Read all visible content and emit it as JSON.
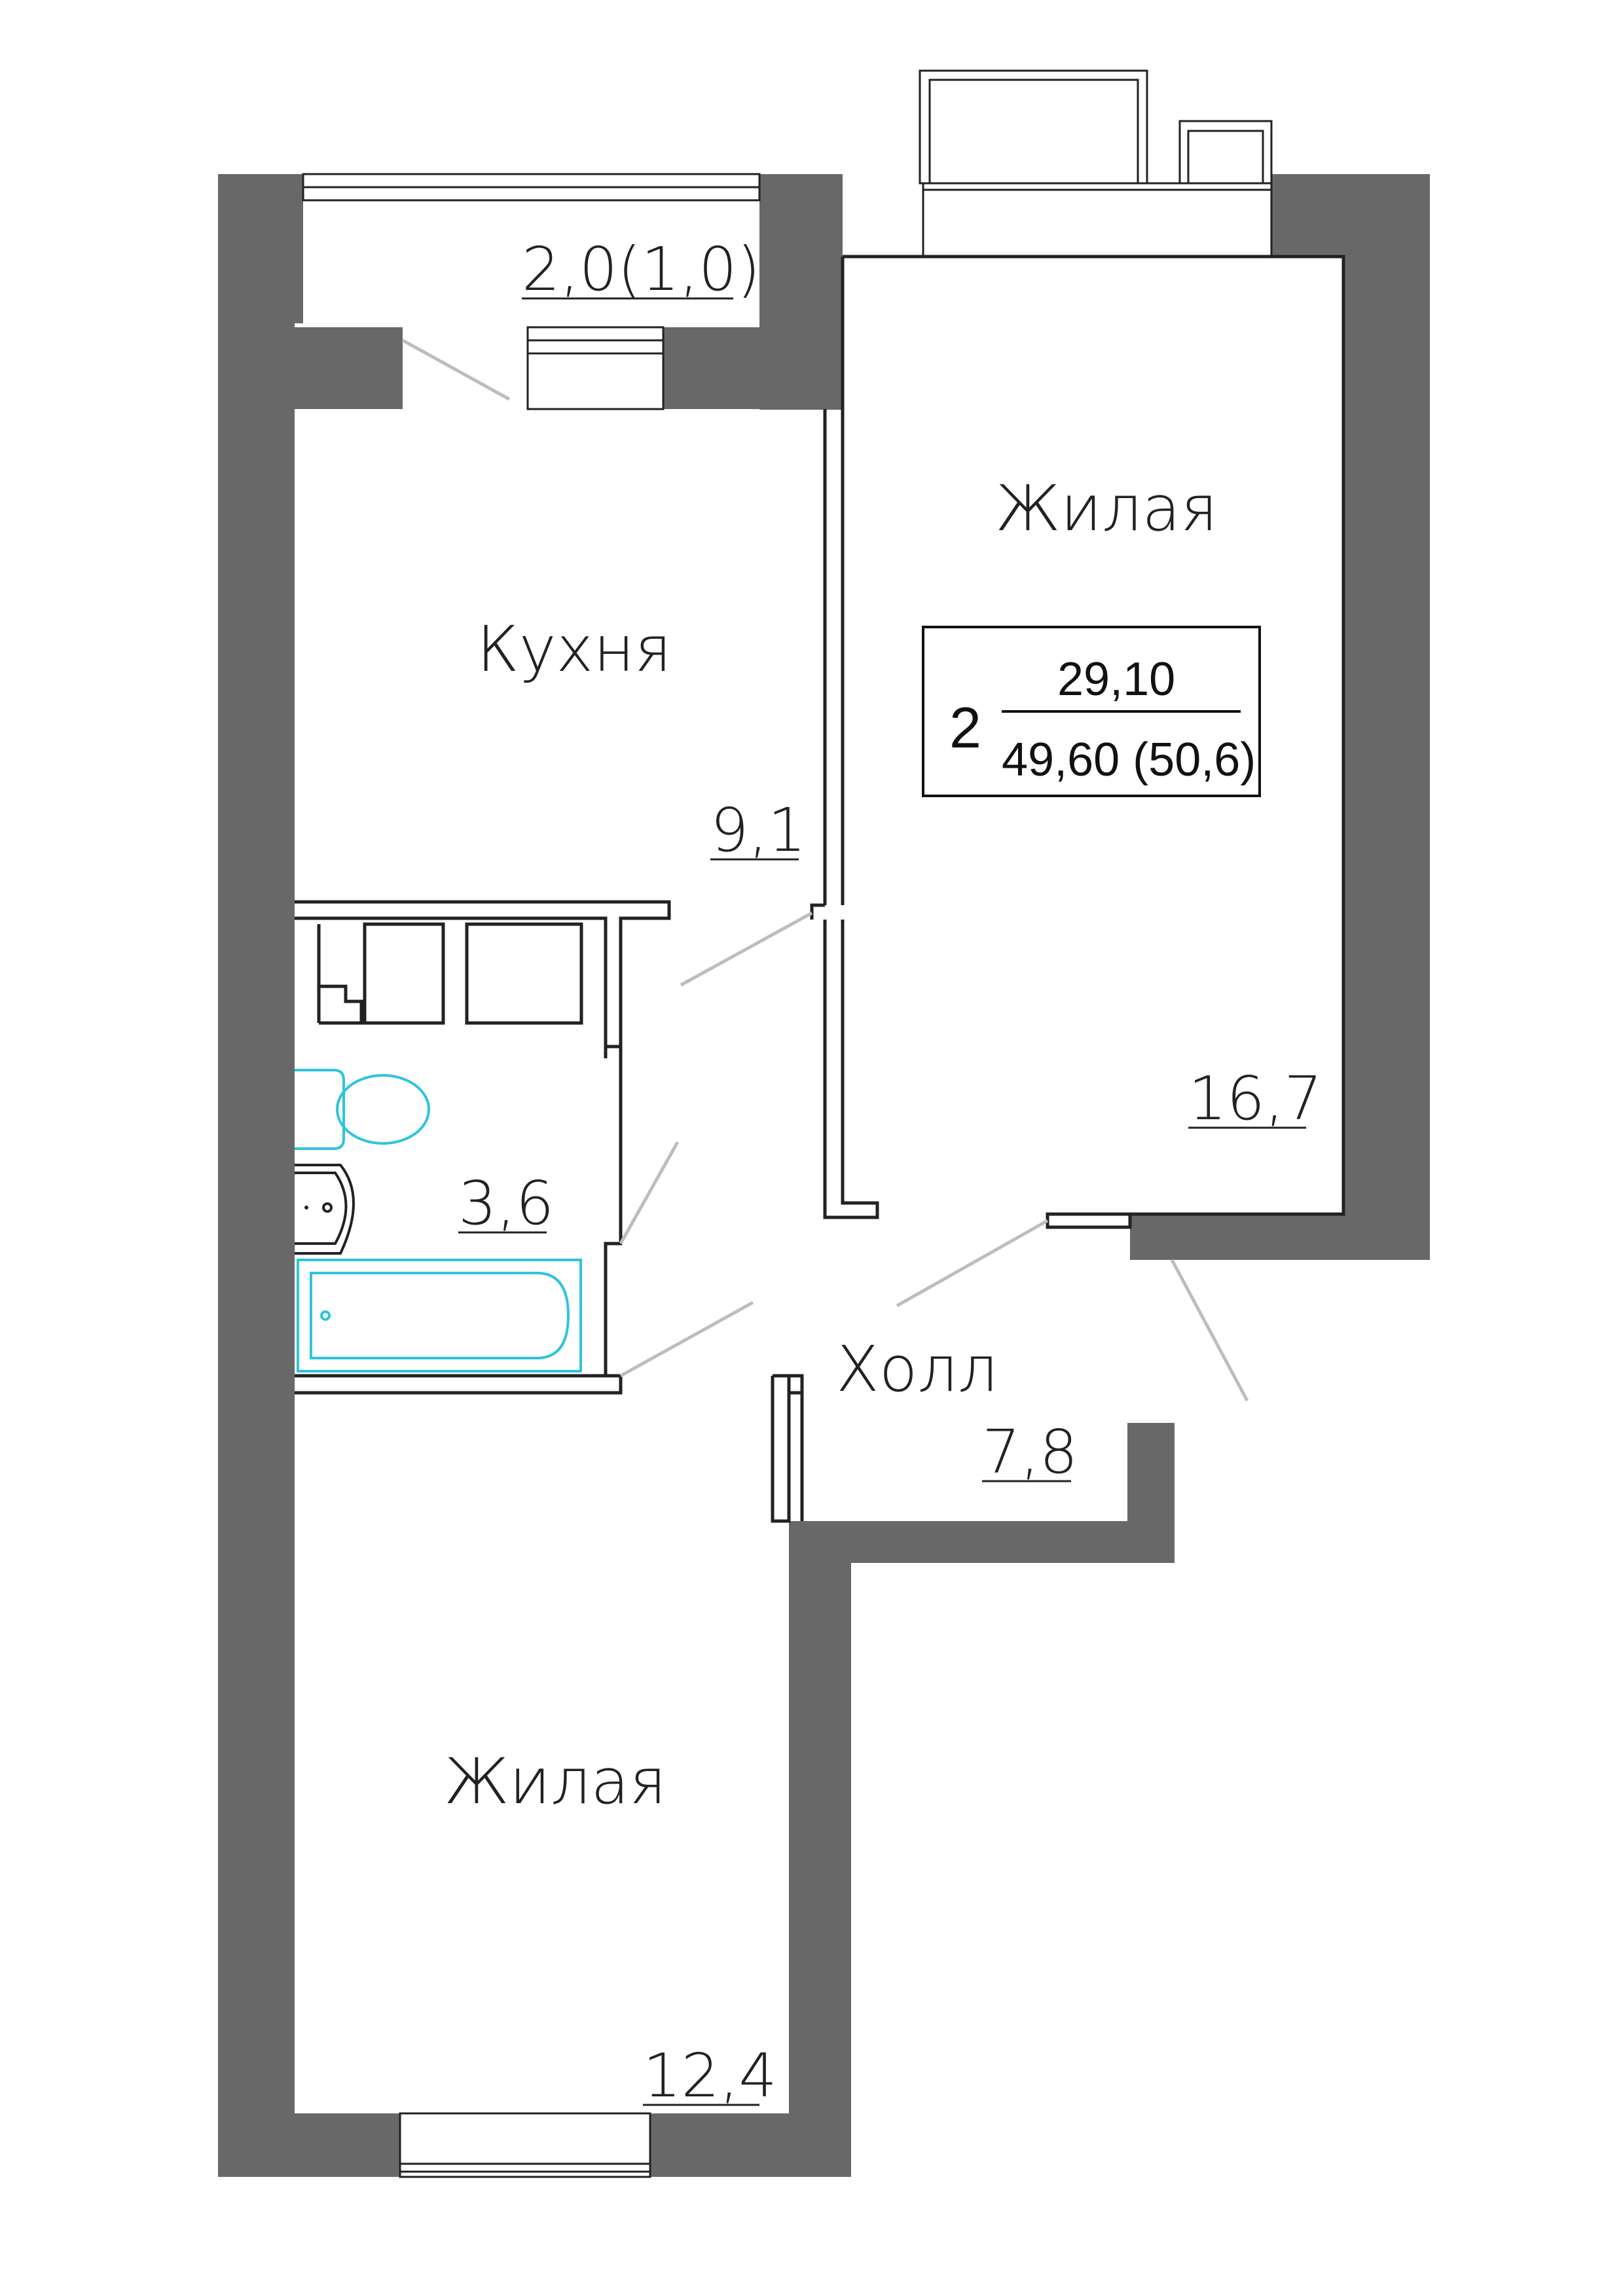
{
  "plan": {
    "balcony": {
      "area": "2,0(1,0)"
    },
    "kitchen": {
      "name": "Кухня",
      "area": "9,1"
    },
    "bathroom": {
      "area": "3,6"
    },
    "hall": {
      "name": "Холл",
      "area": "7,8"
    },
    "living_top": {
      "name": "Жилая",
      "area": "16,7"
    },
    "living_bottom": {
      "name": "Жилая",
      "area": "12,4"
    }
  },
  "info_box": {
    "rooms": "2",
    "living_area": "29,10",
    "total_area": "49,60 (50,6)"
  },
  "colors": {
    "wall": "#686868",
    "fixture": "#2ec4de",
    "door": "#bdbdbd"
  }
}
